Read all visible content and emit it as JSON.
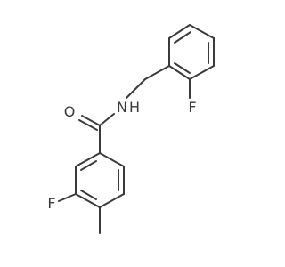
{
  "molecule": {
    "atoms": {
      "oxygen": "O",
      "nitrogen_amide": "N",
      "hydrogen_amide": "H",
      "fluorine_benzyl": "F",
      "fluorine_ring": "F"
    }
  },
  "colors": {
    "bond": "#3a3a3a",
    "label": "#3a3a3a",
    "background": "#ffffff"
  }
}
